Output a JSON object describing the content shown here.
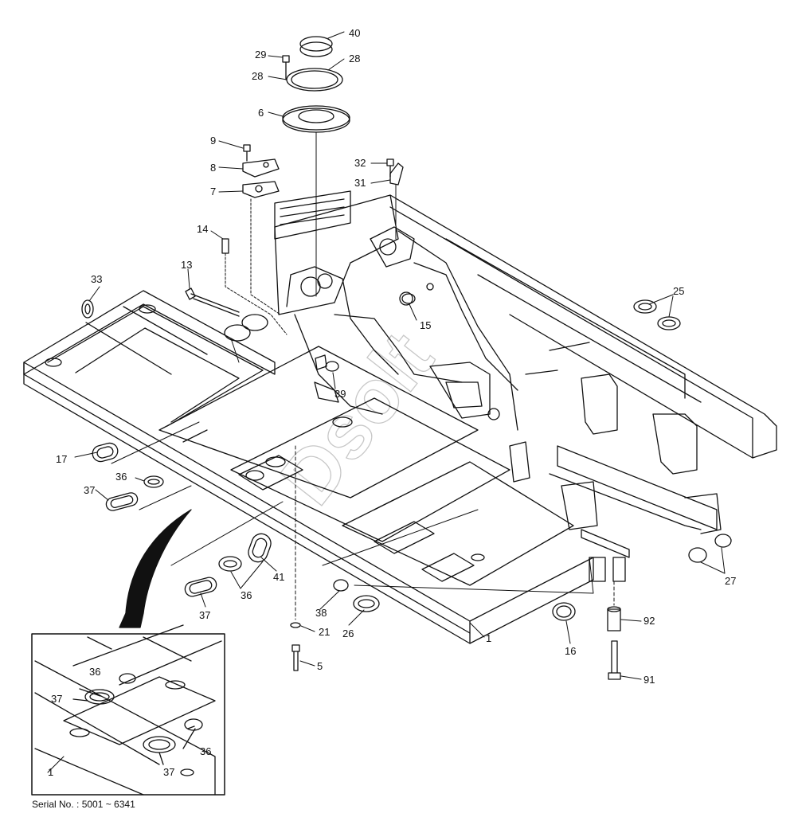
{
  "serial_note": "Serial No. : 5001 ~ 6341",
  "watermark": "Dsolt",
  "callouts": [
    {
      "id": "c40a",
      "text": "40"
    },
    {
      "id": "c29",
      "text": "29"
    },
    {
      "id": "c28a",
      "text": "28"
    },
    {
      "id": "c28b",
      "text": "28"
    },
    {
      "id": "c6",
      "text": "6"
    },
    {
      "id": "c9",
      "text": "9"
    },
    {
      "id": "c8",
      "text": "8"
    },
    {
      "id": "c7",
      "text": "7"
    },
    {
      "id": "c32",
      "text": "32"
    },
    {
      "id": "c31",
      "text": "31"
    },
    {
      "id": "c14",
      "text": "14"
    },
    {
      "id": "c13",
      "text": "13"
    },
    {
      "id": "c33",
      "text": "33"
    },
    {
      "id": "c25",
      "text": "25"
    },
    {
      "id": "c15",
      "text": "15"
    },
    {
      "id": "c39",
      "text": "39"
    },
    {
      "id": "c17",
      "text": "17"
    },
    {
      "id": "c36a",
      "text": "36"
    },
    {
      "id": "c37a",
      "text": "37"
    },
    {
      "id": "c27",
      "text": "27"
    },
    {
      "id": "c41",
      "text": "41"
    },
    {
      "id": "c36b",
      "text": "36"
    },
    {
      "id": "c37b",
      "text": "37"
    },
    {
      "id": "c38",
      "text": "38"
    },
    {
      "id": "c26",
      "text": "26"
    },
    {
      "id": "c21",
      "text": "21"
    },
    {
      "id": "c1a",
      "text": "1"
    },
    {
      "id": "c16",
      "text": "16"
    },
    {
      "id": "c92",
      "text": "92"
    },
    {
      "id": "c5",
      "text": "5"
    },
    {
      "id": "c91",
      "text": "91"
    },
    {
      "id": "c36c",
      "text": "36"
    },
    {
      "id": "c37c",
      "text": "37"
    },
    {
      "id": "c36d",
      "text": "36"
    },
    {
      "id": "c37d",
      "text": "37"
    },
    {
      "id": "c1b",
      "text": "1"
    }
  ]
}
